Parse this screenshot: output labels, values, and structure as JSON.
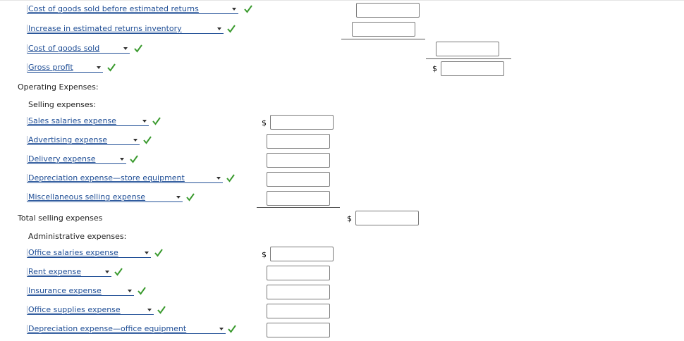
{
  "currency_symbol": "$",
  "accent_color": "#1f4e96",
  "check_color": "#3a9a2e",
  "rows": {
    "cogs_before_returns": "Cost of goods sold before estimated returns",
    "increase_returns_inventory": "Increase in estimated returns inventory",
    "cost_of_goods_sold": "Cost of goods sold",
    "gross_profit": "Gross profit",
    "sales_salaries": "Sales salaries expense",
    "advertising": "Advertising expense",
    "delivery": "Delivery expense",
    "depreciation_store": "Depreciation expense—store equipment",
    "misc_selling": "Miscellaneous selling expense",
    "office_salaries": "Office salaries expense",
    "rent": "Rent expense",
    "insurance": "Insurance expense",
    "office_supplies": "Office supplies expense",
    "depreciation_office": "Depreciation expense—office equipment"
  },
  "headings": {
    "operating_expenses": "Operating Expenses:",
    "selling_expenses": "Selling expenses:",
    "total_selling": "Total selling expenses",
    "administrative_expenses": "Administrative expenses:"
  },
  "icons": {
    "check": "checkmark-icon",
    "dropdown": "chevron-down-icon"
  }
}
